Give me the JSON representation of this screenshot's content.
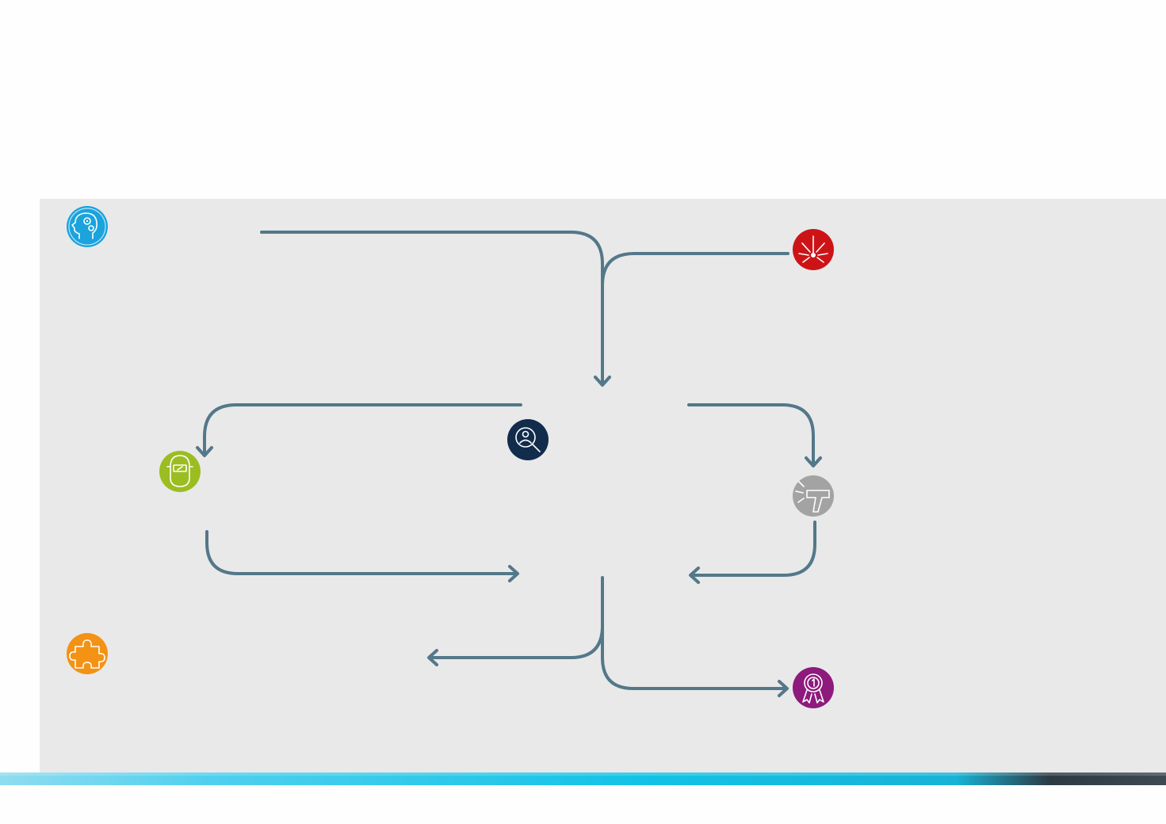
{
  "diagram": {
    "type": "process-flow",
    "colors": {
      "connector": "#537889",
      "panel_background": "#e9e9e9",
      "page_background": "#fefefe",
      "band_left": "#8fdcf0",
      "band_mid": "#12c3e6",
      "band_right": "#2c3a44"
    },
    "nodes": [
      {
        "id": "expertise",
        "icon": "head-gears-icon",
        "color": "#1aa3dd"
      },
      {
        "id": "laser",
        "icon": "laser-burst-icon",
        "color": "#cc1417"
      },
      {
        "id": "inspection",
        "icon": "magnifier-person-icon",
        "color": "#122c4c"
      },
      {
        "id": "welding",
        "icon": "welding-mask-icon",
        "color": "#9cbd21"
      },
      {
        "id": "spraying",
        "icon": "spray-gun-icon",
        "color": "#a3a3a3"
      },
      {
        "id": "solutions",
        "icon": "puzzle-piece-icon",
        "color": "#f39214"
      },
      {
        "id": "quality",
        "icon": "award-ribbon-icon",
        "color": "#8d1a7c"
      }
    ],
    "edges": [
      {
        "from": "expertise",
        "to": "inspection"
      },
      {
        "from": "laser",
        "to": "inspection"
      },
      {
        "from": "inspection",
        "to": "welding"
      },
      {
        "from": "inspection",
        "to": "spraying"
      },
      {
        "from": "welding",
        "to": "hub"
      },
      {
        "from": "spraying",
        "to": "hub"
      },
      {
        "from": "hub",
        "to": "solutions"
      },
      {
        "from": "hub",
        "to": "quality"
      }
    ]
  }
}
